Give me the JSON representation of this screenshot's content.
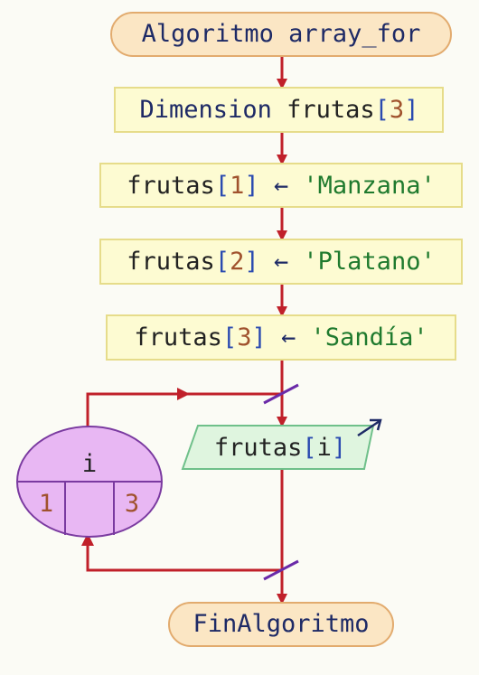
{
  "diagram": {
    "start": "Algoritmo array_for",
    "dimension": {
      "keyword": "Dimension",
      "name": "frutas",
      "open": "[",
      "size": "3",
      "close": "]"
    },
    "assignments": [
      {
        "name": "frutas",
        "open": "[",
        "index": "1",
        "close": "]",
        "arrow": "←",
        "value": "'Manzana'"
      },
      {
        "name": "frutas",
        "open": "[",
        "index": "2",
        "close": "]",
        "arrow": "←",
        "value": "'Platano'"
      },
      {
        "name": "frutas",
        "open": "[",
        "index": "3",
        "close": "]",
        "arrow": "←",
        "value": "'Sandía'"
      }
    ],
    "loop": {
      "variable": "i",
      "start": "1",
      "end": "3"
    },
    "output": {
      "name": "frutas",
      "open": "[",
      "index": "i",
      "close": "]"
    },
    "end": "FinAlgoritmo"
  },
  "colors": {
    "connector": "#c0202a",
    "terminal_fill": "#fbe6c4",
    "terminal_stroke": "#e2ab6e",
    "process_fill": "#fdfbd2",
    "process_stroke": "#e6dc8a",
    "io_fill": "#dff5df",
    "io_stroke": "#6fc08a",
    "loop_fill": "#e8b7f3",
    "loop_stroke": "#7a3aa0"
  }
}
